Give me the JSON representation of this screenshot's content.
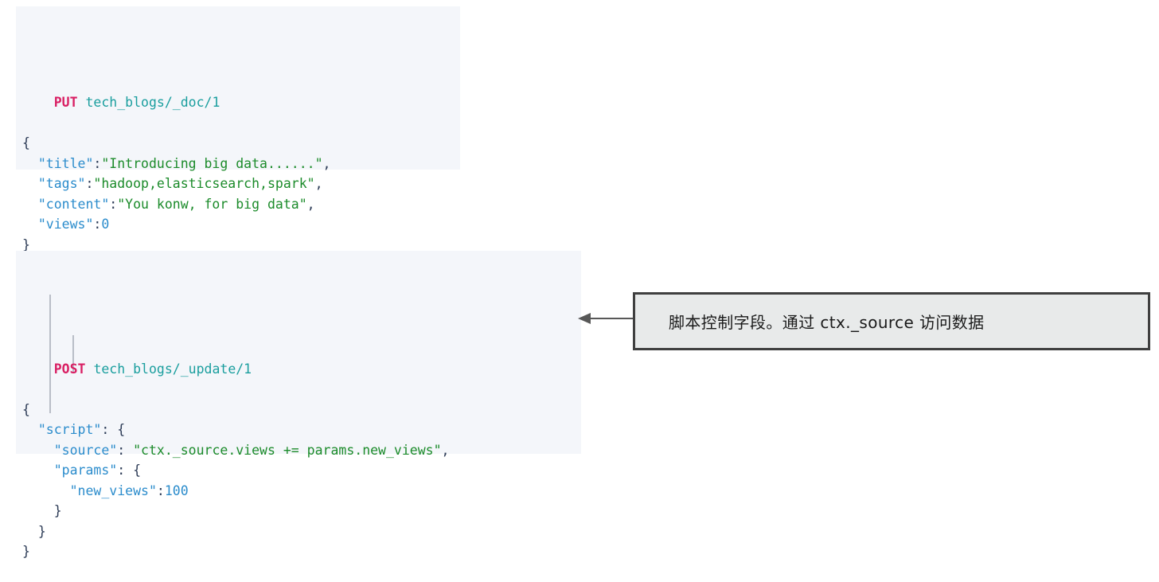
{
  "document": {
    "background_color": "#ffffff",
    "code_background_color": "#f4f6fa"
  },
  "colors": {
    "http_verb": "#d91f63",
    "path": "#1a9e9e",
    "json_key": "#2b8ccc",
    "json_string": "#1b8b2a",
    "json_number": "#2b8ccc",
    "punctuation": "#2b3a55",
    "callout_border": "#3f3f3f",
    "callout_background": "#e8eaea",
    "indent_guide": "#b9bec7"
  },
  "code_block_1": {
    "name": "index-document-request",
    "request_line": {
      "verb": "PUT",
      "path": "tech_blogs/_doc/1"
    },
    "lines": [
      {
        "indent": 0,
        "parts": [
          {
            "t": "{",
            "c": "brace"
          }
        ]
      },
      {
        "indent": 1,
        "parts": [
          {
            "t": "\"title\"",
            "c": "key"
          },
          {
            "t": ":",
            "c": "punct"
          },
          {
            "t": "\"Introducing big data......\"",
            "c": "str"
          },
          {
            "t": ",",
            "c": "punct"
          }
        ]
      },
      {
        "indent": 1,
        "parts": [
          {
            "t": "\"tags\"",
            "c": "key"
          },
          {
            "t": ":",
            "c": "punct"
          },
          {
            "t": "\"hadoop,elasticsearch,spark\"",
            "c": "str"
          },
          {
            "t": ",",
            "c": "punct"
          }
        ]
      },
      {
        "indent": 1,
        "parts": [
          {
            "t": "\"content\"",
            "c": "key"
          },
          {
            "t": ":",
            "c": "punct"
          },
          {
            "t": "\"You konw, for big data\"",
            "c": "str"
          },
          {
            "t": ",",
            "c": "punct"
          }
        ]
      },
      {
        "indent": 1,
        "parts": [
          {
            "t": "\"views\"",
            "c": "key"
          },
          {
            "t": ":",
            "c": "punct"
          },
          {
            "t": "0",
            "c": "num"
          }
        ]
      },
      {
        "indent": 0,
        "parts": [
          {
            "t": "}",
            "c": "brace"
          }
        ]
      }
    ]
  },
  "code_block_2": {
    "name": "update-by-script-request",
    "request_line": {
      "verb": "POST",
      "path": "tech_blogs/_update/1"
    },
    "lines": [
      {
        "indent": 0,
        "parts": [
          {
            "t": "{",
            "c": "brace"
          }
        ]
      },
      {
        "indent": 1,
        "parts": [
          {
            "t": "\"script\"",
            "c": "key"
          },
          {
            "t": ": ",
            "c": "punct"
          },
          {
            "t": "{",
            "c": "brace"
          }
        ]
      },
      {
        "indent": 2,
        "parts": [
          {
            "t": "\"source\"",
            "c": "key"
          },
          {
            "t": ": ",
            "c": "punct"
          },
          {
            "t": "\"ctx._source.views += params.new_views\"",
            "c": "str"
          },
          {
            "t": ",",
            "c": "punct"
          }
        ]
      },
      {
        "indent": 2,
        "parts": [
          {
            "t": "\"params\"",
            "c": "key"
          },
          {
            "t": ": ",
            "c": "punct"
          },
          {
            "t": "{",
            "c": "brace"
          }
        ]
      },
      {
        "indent": 3,
        "parts": [
          {
            "t": "\"new_views\"",
            "c": "key"
          },
          {
            "t": ":",
            "c": "punct"
          },
          {
            "t": "100",
            "c": "num"
          }
        ]
      },
      {
        "indent": 2,
        "parts": [
          {
            "t": "}",
            "c": "brace"
          }
        ]
      },
      {
        "indent": 1,
        "parts": [
          {
            "t": "}",
            "c": "brace"
          }
        ]
      },
      {
        "indent": 0,
        "parts": [
          {
            "t": "}",
            "c": "brace"
          }
        ]
      }
    ]
  },
  "annotation": {
    "text": "脚本控制字段。通过 ctx._source 访问数据",
    "points_to": "source-line"
  }
}
